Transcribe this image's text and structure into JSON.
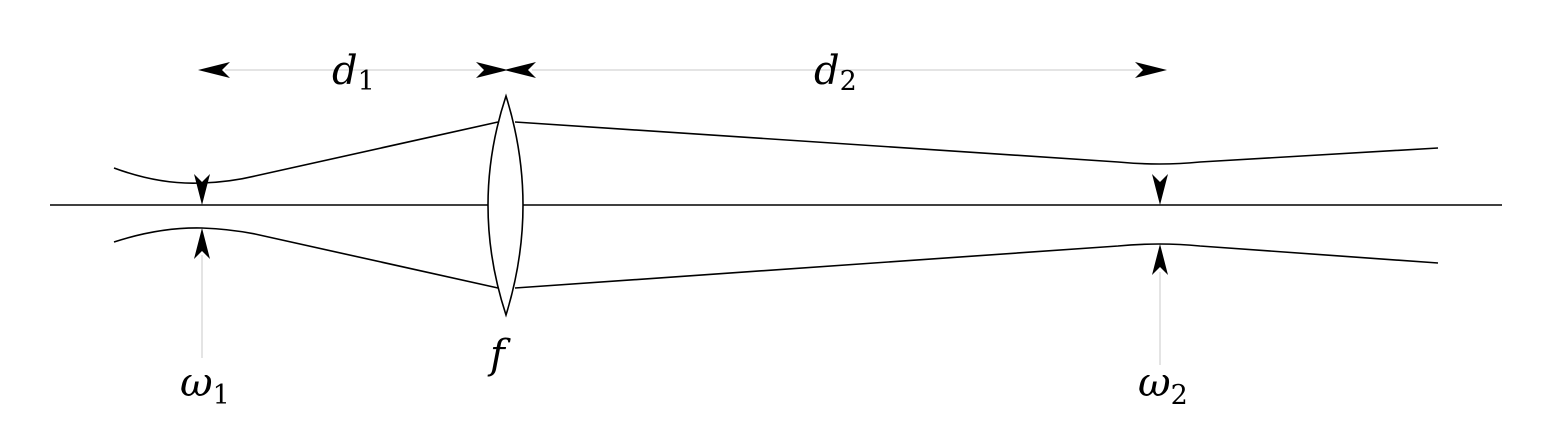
{
  "labels": {
    "d1": {
      "main": "d",
      "sub": "1"
    },
    "d2": {
      "main": "d",
      "sub": "2"
    },
    "f": {
      "main": "f"
    },
    "w1": {
      "main": "ω",
      "sub": "1"
    },
    "w2": {
      "main": "ω",
      "sub": "2"
    }
  }
}
